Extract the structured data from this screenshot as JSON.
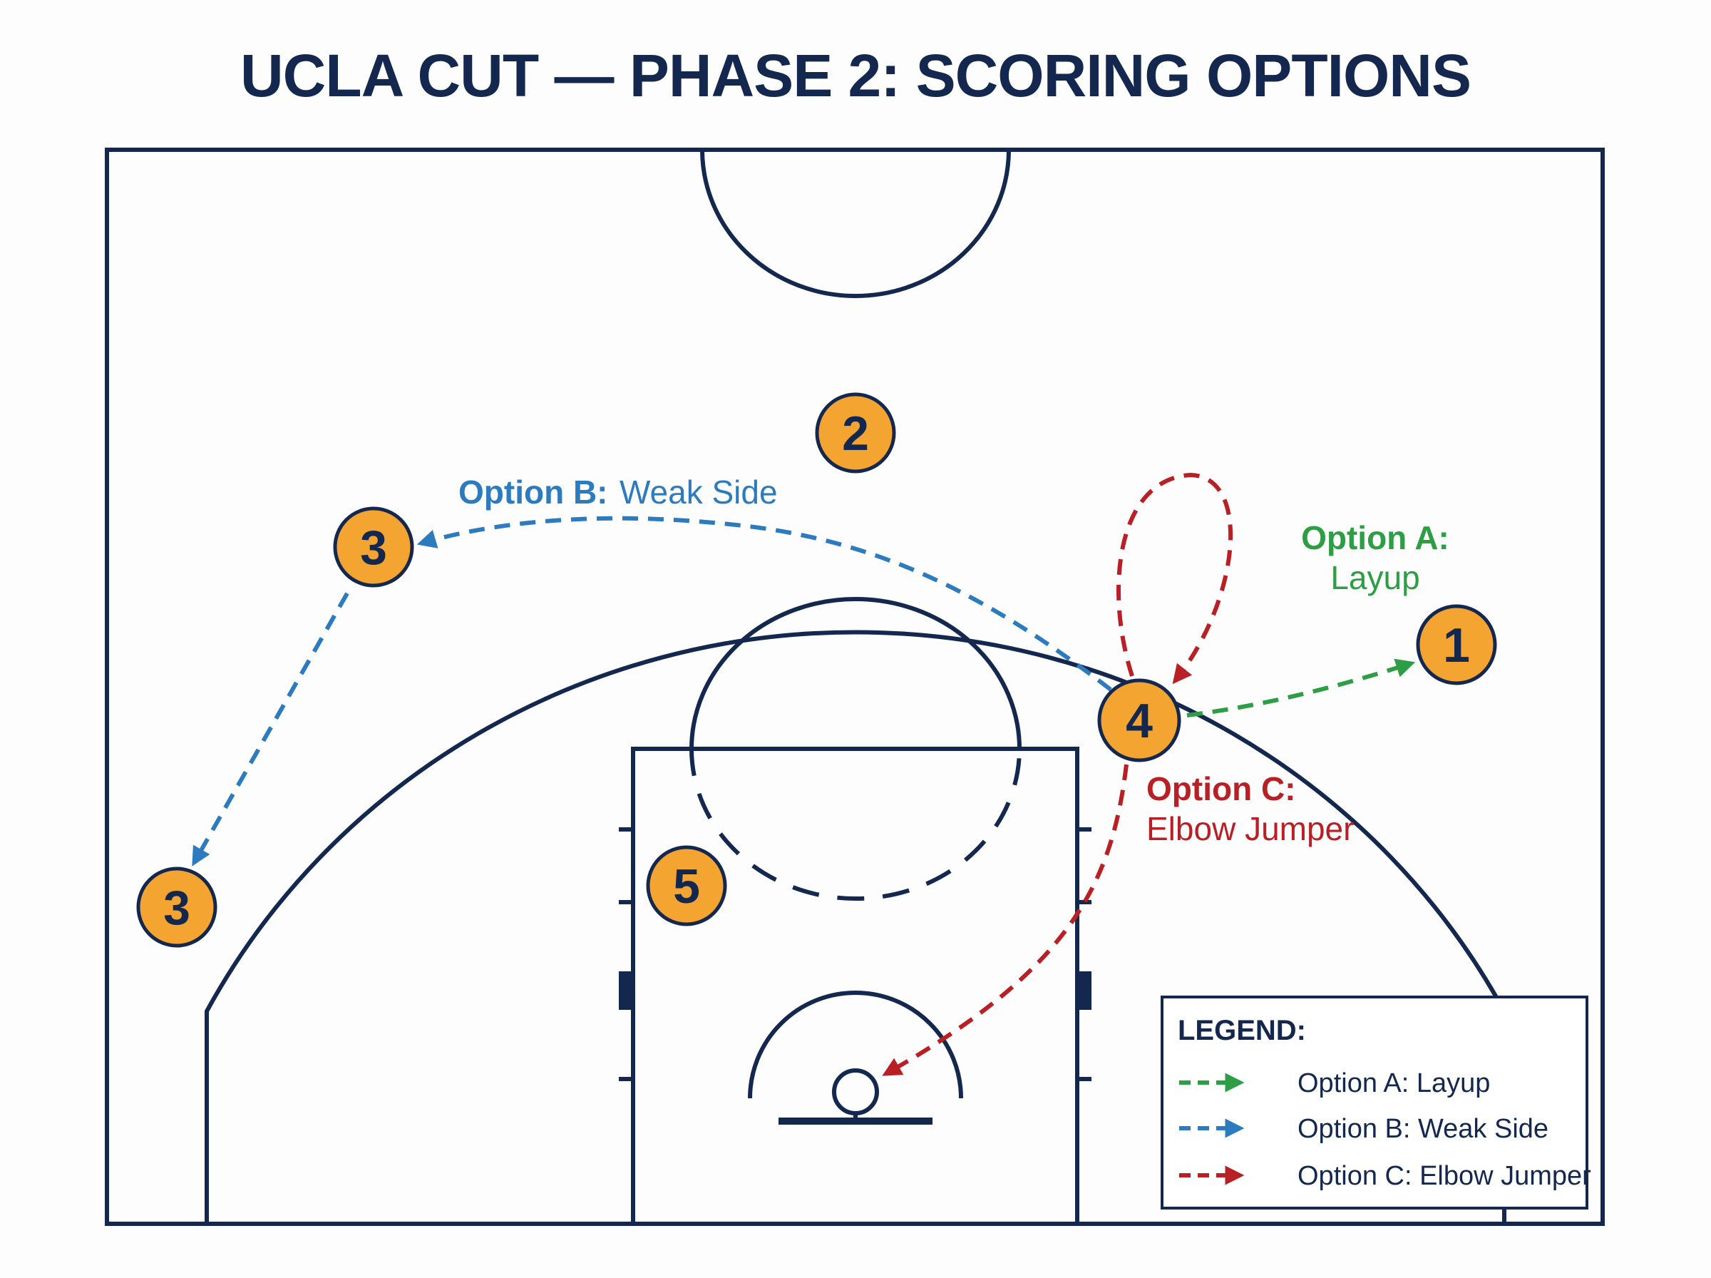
{
  "title": "UCLA CUT — PHASE 2: SCORING OPTIONS",
  "colors": {
    "court_line": "#14284f",
    "player_fill": "#f4a431",
    "player_stroke": "#14284f",
    "option_a": "#2e9e45",
    "option_b": "#2c7bbf",
    "option_c": "#b82025",
    "text_dark": "#14284f"
  },
  "players": [
    {
      "id": "p2",
      "number": "2"
    },
    {
      "id": "p3-top",
      "number": "3"
    },
    {
      "id": "p3-corner",
      "number": "3"
    },
    {
      "id": "p1",
      "number": "1"
    },
    {
      "id": "p4",
      "number": "4"
    },
    {
      "id": "p5",
      "number": "5"
    }
  ],
  "labels": {
    "option_b": {
      "bold": "Option B:",
      "text": "Weak Side"
    },
    "option_a": {
      "bold": "Option A:",
      "text": "Layup"
    },
    "option_c": {
      "bold": "Option C:",
      "text": "Elbow Jumper"
    }
  },
  "legend": {
    "title": "LEGEND:",
    "items": [
      {
        "label": "Option A: Layup",
        "color_key": "option_a"
      },
      {
        "label": "Option B: Weak Side",
        "color_key": "option_b"
      },
      {
        "label": "Option C: Elbow Jumper",
        "color_key": "option_c"
      }
    ]
  }
}
